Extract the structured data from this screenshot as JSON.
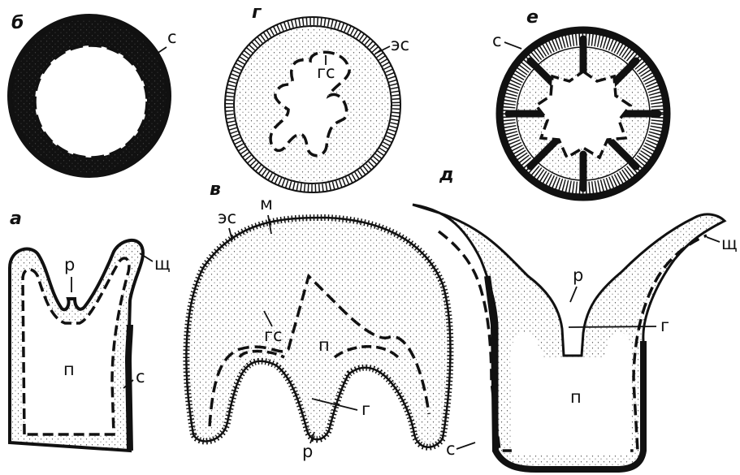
{
  "panels": {
    "a": {
      "letter": "а",
      "labels": {
        "r": "р",
        "shch": "щ",
        "p": "п",
        "s": "с"
      }
    },
    "b": {
      "letter": "б",
      "labels": {
        "s": "с"
      }
    },
    "v": {
      "letter": "в",
      "labels": {
        "es": "эс",
        "m": "м",
        "gs": "гс",
        "p": "п",
        "g": "г",
        "r": "р"
      }
    },
    "g": {
      "letter": "г",
      "labels": {
        "es": "эс",
        "gs": "гс"
      }
    },
    "d": {
      "letter": "д",
      "labels": {
        "r": "р",
        "shch": "щ",
        "g": "г",
        "p": "п",
        "s": "с"
      }
    },
    "e": {
      "letter": "е",
      "labels": {
        "s": "с"
      }
    }
  },
  "colors": {
    "ink": "#111111",
    "stipple": "#444444",
    "background": "#ffffff"
  }
}
